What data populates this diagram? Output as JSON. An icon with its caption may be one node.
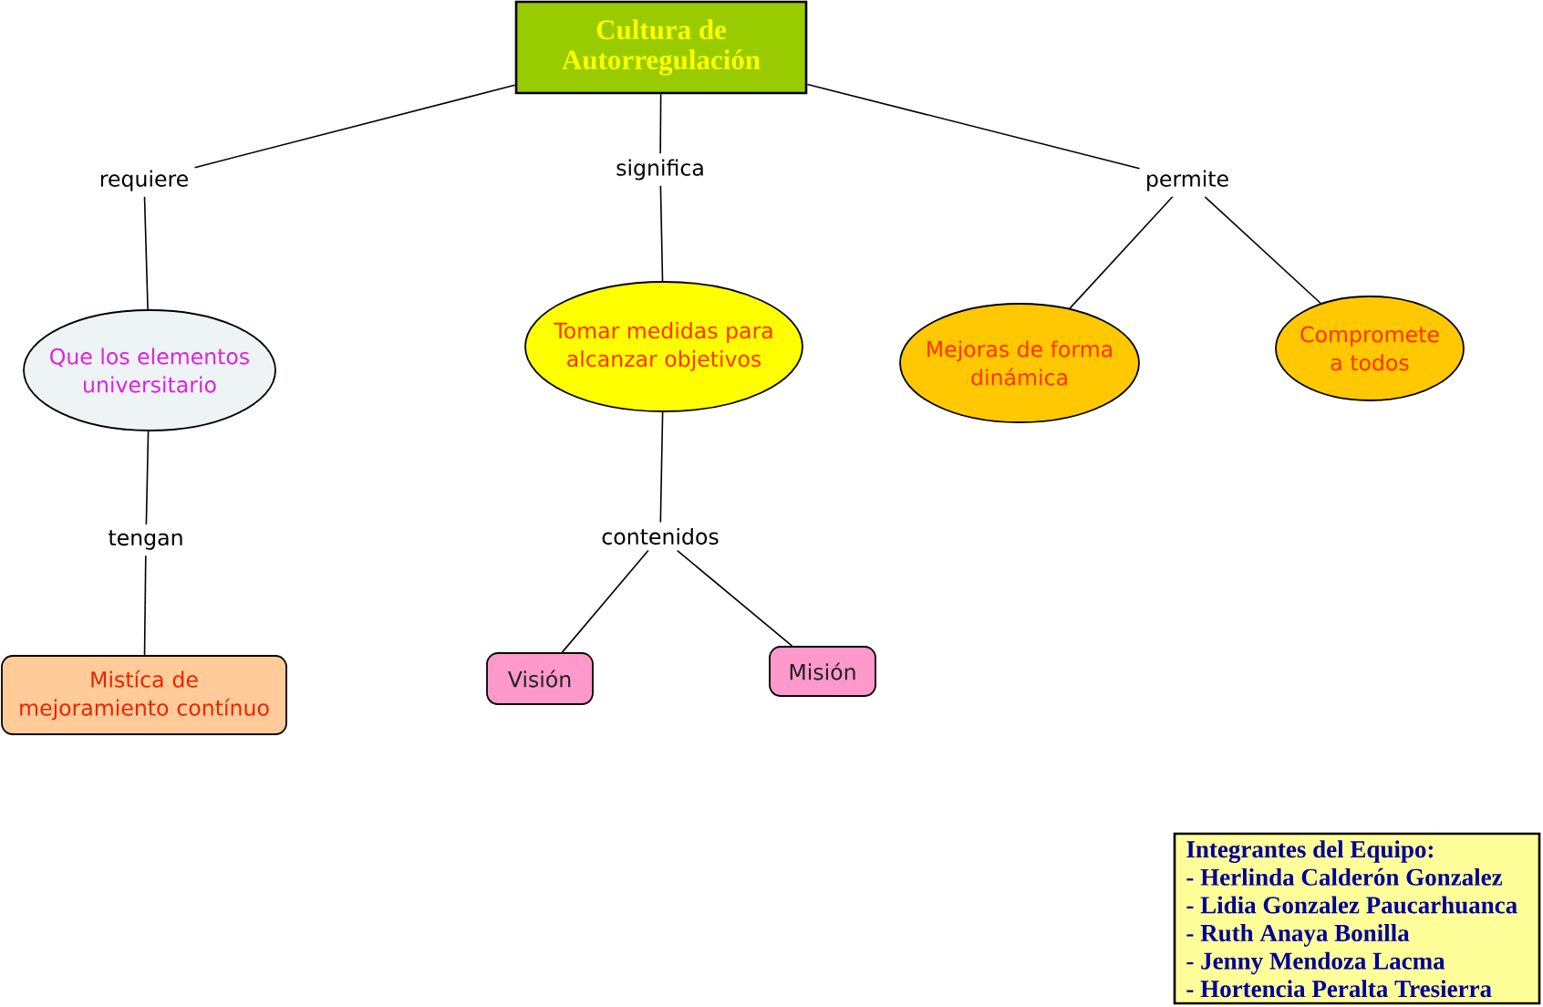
{
  "diagram": {
    "nodes": [
      {
        "text": [
          "Cultura de Autorregulación"
        ]
      },
      {
        "text": [
          "requiere"
        ]
      },
      {
        "text": [
          "significa"
        ]
      },
      {
        "text": [
          "permite"
        ]
      },
      {
        "text": [
          "Que los elementos universitario"
        ]
      },
      {
        "text": [
          "Tomar medidas para alcanzar objetivos"
        ]
      },
      {
        "text": [
          "Mejoras de forma dinámica"
        ]
      },
      {
        "text": [
          "Compromete a todos"
        ]
      },
      {
        "text": [
          "tengan"
        ]
      },
      {
        "text": [
          "contenidos"
        ]
      },
      {
        "text": [
          "Mistíca de mejoramiento contínuo"
        ]
      },
      {
        "text": [
          "Visión"
        ]
      },
      {
        "text": [
          "Misión"
        ]
      },
      {
        "text": [
          "Integrantes del Equipo:",
          "- Herlinda Calderón Gonzalez",
          "- Lidia Gonzalez Paucarhuanca",
          "- Ruth Anaya Bonilla",
          "- Jenny Mendoza Lacma",
          "- Hortencia Peralta Tresierra"
        ]
      }
    ],
    "edges": [
      {
        "from": 0,
        "to": 1,
        "arrow": "none"
      },
      {
        "from": 1,
        "to": 4,
        "arrow": "none"
      },
      {
        "from": 0,
        "to": 2,
        "arrow": "none"
      },
      {
        "from": 2,
        "to": 5,
        "arrow": "none"
      },
      {
        "from": 0,
        "to": 3,
        "arrow": "none"
      },
      {
        "from": 3,
        "to": 6,
        "arrow": "none"
      },
      {
        "from": 3,
        "to": 7,
        "arrow": "none"
      },
      {
        "from": 4,
        "to": 8,
        "arrow": "none"
      },
      {
        "from": 8,
        "to": 10,
        "arrow": "none"
      },
      {
        "from": 5,
        "to": 9,
        "arrow": "none"
      },
      {
        "from": 9,
        "to": 11,
        "arrow": "none"
      },
      {
        "from": 9,
        "to": 12,
        "arrow": "none"
      }
    ]
  }
}
